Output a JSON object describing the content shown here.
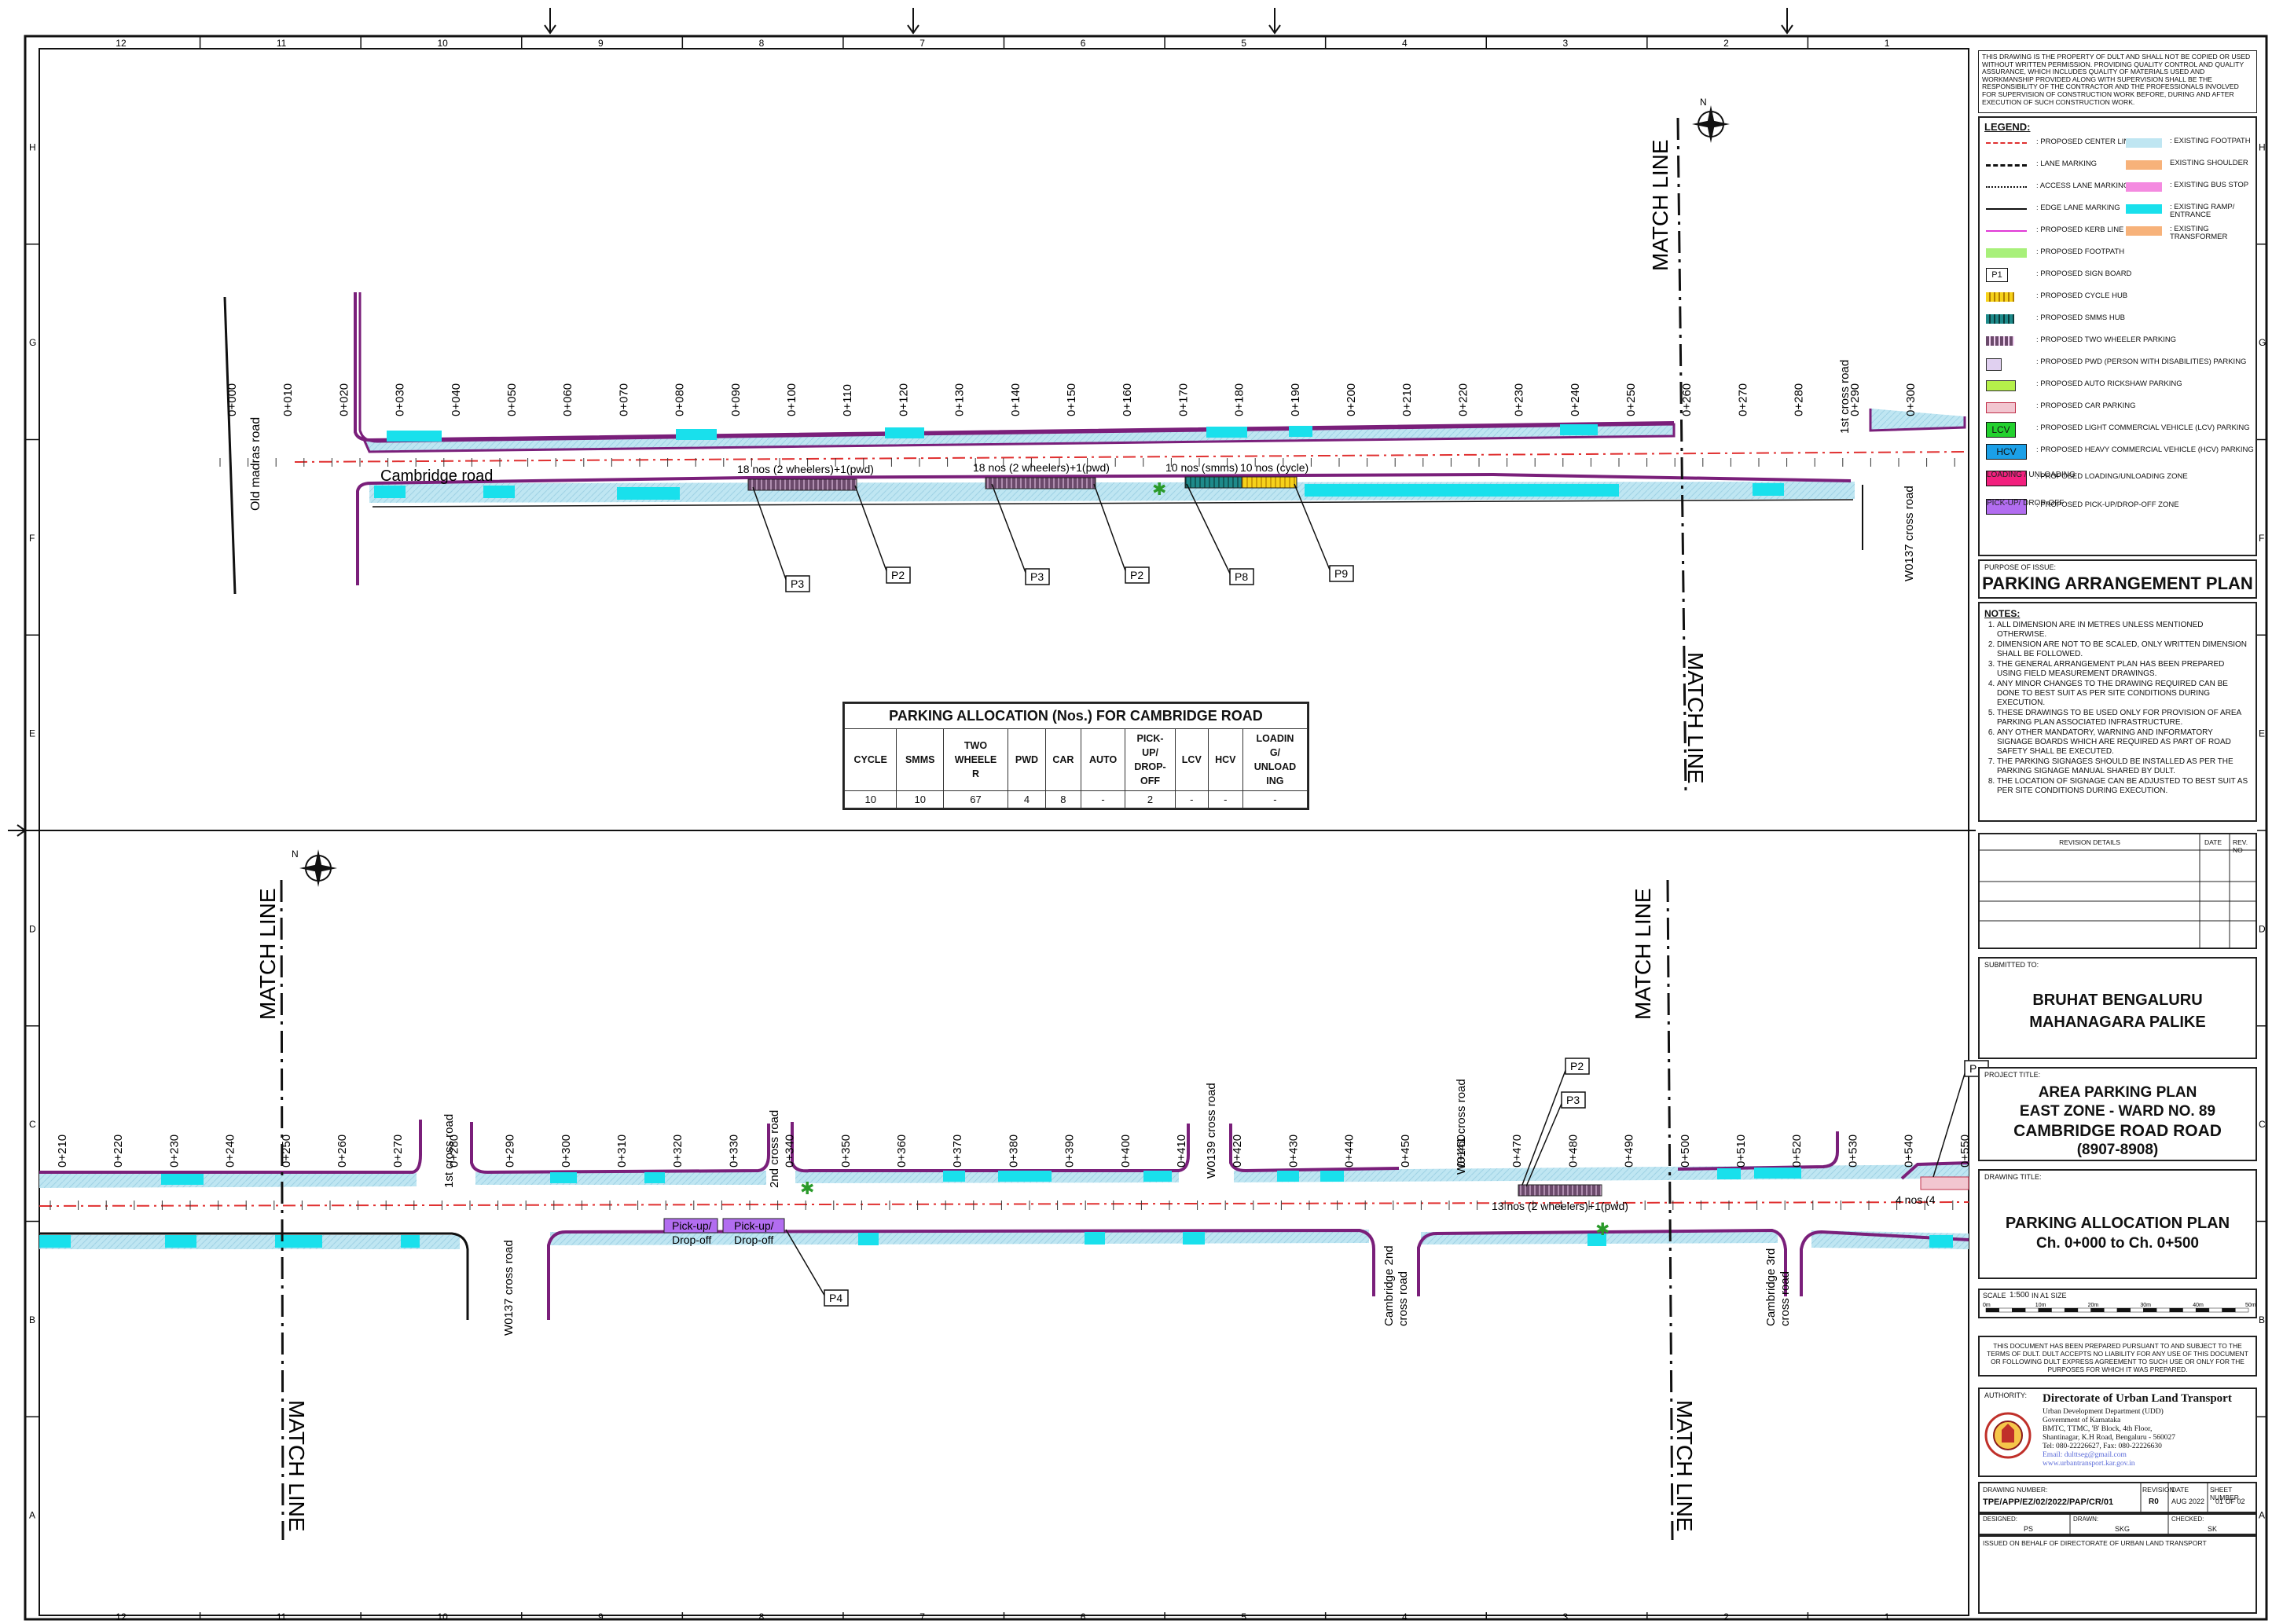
{
  "grid": {
    "columns": [
      "12",
      "11",
      "10",
      "9",
      "8",
      "7",
      "6",
      "5",
      "4",
      "3",
      "2",
      "1"
    ],
    "rows": [
      "H",
      "G",
      "F",
      "E",
      "D",
      "C",
      "B",
      "A"
    ]
  },
  "plan_top": {
    "match_line_labels": [
      "MATCH LINE",
      "MATCH LINE"
    ],
    "road_labels": {
      "old_madras": "Old madras road",
      "cambridge": "Cambridge road",
      "w0137": "W0137 cross road",
      "first_cross": "1st cross road"
    },
    "chainages": [
      "0+000",
      "0+010",
      "0+020",
      "0+030",
      "0+040",
      "0+050",
      "0+060",
      "0+070",
      "0+080",
      "0+090",
      "0+100",
      "0+110",
      "0+120",
      "0+130",
      "0+140",
      "0+150",
      "0+160",
      "0+170",
      "0+180",
      "0+190",
      "0+200",
      "0+210",
      "0+220",
      "0+230",
      "0+240",
      "0+250",
      "0+260",
      "0+270",
      "0+280",
      "0+290",
      "0+300"
    ],
    "parking_notes": [
      "18 nos (2 wheelers)+1(pwd)",
      "18 nos (2 wheelers)+1(pwd)",
      "10 nos (smms)",
      "10 nos (cycle)"
    ],
    "sign_tags": [
      "P3",
      "P2",
      "P3",
      "P2",
      "P8",
      "P9"
    ]
  },
  "plan_bottom": {
    "match_line_labels": [
      "MATCH LINE",
      "MATCH LINE",
      "MATCH LINE",
      "MATCH LINE"
    ],
    "chainages": [
      "0+210",
      "0+220",
      "0+230",
      "0+240",
      "0+250",
      "0+260",
      "0+270",
      "0+280",
      "0+290",
      "0+300",
      "0+310",
      "0+320",
      "0+330",
      "0+340",
      "0+350",
      "0+360",
      "0+370",
      "0+380",
      "0+390",
      "0+400",
      "0+410",
      "0+420",
      "0+430",
      "0+440",
      "0+450",
      "0+460",
      "0+470",
      "0+480",
      "0+490",
      "0+500",
      "0+510",
      "0+520",
      "0+530",
      "0+540",
      "0+550"
    ],
    "road_labels": {
      "first_cross": "1st cross road",
      "second_cross": "2nd cross road",
      "w0137": "W0137 cross road",
      "w0139": "W0139 cross road",
      "w0141": "W0141 cross road",
      "cambridge_2nd": "Cambridge 2nd cross road",
      "cambridge_3rd": "Cambridge 3rd cross road"
    },
    "pickup_labels": [
      "Pick-up/ Drop-off",
      "Pick-up/ Drop-off"
    ],
    "parking_notes": [
      "13 nos (2 wheelers)+1(pwd)",
      "4 nos (4"
    ],
    "sign_tags": [
      "P4",
      "P2",
      "P3",
      "P"
    ]
  },
  "parking_table": {
    "title": "PARKING ALLOCATION (Nos.) FOR CAMBRIDGE ROAD",
    "headers": [
      "CYCLE",
      "SMMS",
      "TWO WHEELER",
      "PWD",
      "CAR",
      "AUTO",
      "PICK-UP/ DROP-OFF",
      "LCV",
      "HCV",
      "LOADING/ UNLOADING"
    ],
    "header_display": [
      "CYCLE",
      "SMMS",
      "TWO\nWHEELE\nR",
      "PWD",
      "CAR",
      "AUTO",
      "PICK-\nUP/\nDROP-\nOFF",
      "LCV",
      "HCV",
      "LOADIN\nG/\nUNLOAD\nING"
    ],
    "values": [
      "10",
      "10",
      "67",
      "4",
      "8",
      "-",
      "2",
      "-",
      "-",
      "-"
    ]
  },
  "title_block": {
    "disclaimer": "THIS DRAWING IS THE PROPERTY OF DULT AND SHALL NOT BE COPIED OR USED WITHOUT WRITTEN PERMISSION. PROVIDING QUALITY CONTROL AND QUALITY ASSURANCE, WHICH INCLUDES QUALITY OF MATERIALS USED AND WORKMANSHIP PROVIDED ALONG WITH SUPERVISION SHALL BE THE RESPONSIBILITY OF THE CONTRACTOR AND THE PROFESSIONALS INVOLVED FOR SUPERVISION OF CONSTRUCTION WORK BEFORE, DURING AND AFTER EXECUTION OF SUCH CONSTRUCTION WORK.",
    "legend_title": "LEGEND:",
    "legend_left": [
      {
        "label": ": PROPOSED CENTER LINE",
        "style": "red-dash"
      },
      {
        "label": ": LANE MARKING",
        "style": "black-dash"
      },
      {
        "label": ": ACCESS LANE MARKING",
        "style": "fine-dash"
      },
      {
        "label": ": EDGE LANE MARKING",
        "style": "black-line"
      },
      {
        "label": ": PROPOSED KERB LINE",
        "style": "magenta-line"
      },
      {
        "label": ": PROPOSED FOOTPATH",
        "style": "green-fill"
      },
      {
        "label": ": PROPOSED SIGN BOARD",
        "style": "sign",
        "sw": "P1"
      },
      {
        "label": ": PROPOSED CYCLE HUB",
        "style": "cycle-hub"
      },
      {
        "label": ": PROPOSED SMMS HUB",
        "style": "smms-hub"
      },
      {
        "label": ": PROPOSED TWO WHEELER PARKING",
        "style": "tw-park"
      },
      {
        "label": ": PROPOSED PWD (PERSON WITH DISABILITIES) PARKING",
        "style": "pwd"
      },
      {
        "label": ": PROPOSED AUTO RICKSHAW PARKING",
        "style": "auto"
      },
      {
        "label": ": PROPOSED CAR PARKING",
        "style": "car"
      },
      {
        "label": ": PROPOSED LIGHT COMMERCIAL VEHICLE (LCV) PARKING",
        "style": "lcv",
        "sw": "LCV"
      },
      {
        "label": ": PROPOSED HEAVY COMMERCIAL VEHICLE (HCV) PARKING",
        "style": "hcv",
        "sw": "HCV"
      },
      {
        "label": ": PROPOSED LOADING/UNLOADING ZONE",
        "style": "loading",
        "sw": "Loading / Unloading"
      },
      {
        "label": ": PROPOSED PICK-UP/DROP-OFF ZONE",
        "style": "pickup",
        "sw": "Pick-up/ Drop-off"
      }
    ],
    "legend_right": [
      {
        "label": ": EXISTING FOOTPATH",
        "color": "#bfe6f2"
      },
      {
        "label": "EXISTING SHOULDER",
        "color": "#f7b27a"
      },
      {
        "label": ": EXISTING BUS STOP",
        "color": "#f48ae0"
      },
      {
        "label": ": EXISTING RAMP/ ENTRANCE",
        "color": "#19e0ec"
      },
      {
        "label": ": EXISTING TRANSFORMER",
        "color": "#f7b27a"
      }
    ],
    "purpose_label": "PURPOSE OF ISSUE:",
    "purpose": "PARKING ARRANGEMENT PLAN",
    "notes_title": "NOTES:",
    "notes": [
      "ALL DIMENSION ARE IN METRES UNLESS MENTIONED OTHERWISE.",
      "DIMENSION ARE NOT TO BE SCALED, ONLY WRITTEN DIMENSION SHALL BE FOLLOWED.",
      "THE GENERAL ARRANGEMENT PLAN HAS BEEN PREPARED USING FIELD MEASUREMENT DRAWINGS.",
      "ANY MINOR CHANGES TO THE DRAWING REQUIRED CAN BE DONE TO BEST SUIT AS PER SITE CONDITIONS DURING EXECUTION.",
      "THESE DRAWINGS TO BE USED ONLY FOR PROVISION OF AREA PARKING PLAN ASSOCIATED INFRASTRUCTURE.",
      "ANY OTHER MANDATORY, WARNING AND INFORMATORY SIGNAGE BOARDS WHICH ARE REQUIRED AS PART OF ROAD SAFETY SHALL BE EXECUTED.",
      "THE PARKING SIGNAGES SHOULD BE INSTALLED AS PER THE PARKING SIGNAGE MANUAL SHARED BY DULT.",
      "THE LOCATION OF SIGNAGE CAN BE ADJUSTED TO BEST SUIT AS PER SITE CONDITIONS DURING EXECUTION."
    ],
    "revision_header": [
      "REVISION DETAILS",
      "DATE",
      "REV. NO"
    ],
    "submitted_label": "SUBMITTED TO:",
    "submitted_to": [
      "BRUHAT BENGALURU",
      "MAHANAGARA PALIKE"
    ],
    "project_label": "PROJECT TITLE:",
    "project_title": [
      "AREA PARKING PLAN",
      "EAST ZONE - WARD NO. 89",
      "CAMBRIDGE ROAD ROAD",
      "(8907-8908)"
    ],
    "drawing_label": "DRAWING TITLE:",
    "drawing_title": [
      "PARKING ALLOCATION PLAN",
      "Ch. 0+000 to Ch. 0+500"
    ],
    "scale_label": "SCALE",
    "scale_value": "1:500",
    "scale_unit": "IN A1 SIZE",
    "scale_ticks": [
      "0m",
      "10m",
      "20m",
      "30m",
      "40m",
      "50m"
    ],
    "legal": "THIS DOCUMENT HAS BEEN PREPARED PURSUANT TO AND SUBJECT TO THE TERMS OF DULT. DULT ACCEPTS NO LIABILITY FOR ANY USE OF THIS DOCUMENT OR FOLLOWING DULT EXPRESS AGREEMENT TO SUCH USE OR ONLY FOR THE PURPOSES FOR WHICH IT WAS PREPARED.",
    "authority_label": "AUTHORITY:",
    "authority_name": "Directorate of Urban Land Transport",
    "authority_lines": [
      "Urban Development Department (UDD)",
      "Government of Karnataka",
      "BMTC, TTMC, 'B' Block, 4th Floor,",
      "Shantinagar, K.H Road, Bengaluru - 560027",
      "Tel: 080-22226627, Fax: 080-22226630",
      "Email: dulttseg@gmail.com",
      "www.urbantransport.kar.gov.in"
    ],
    "drawing_number_label": "DRAWING NUMBER:",
    "drawing_number": "TPE/APP/EZ/02/2022/PAP/CR/01",
    "revision_label": "REVISION",
    "revision": "R0",
    "date_label": "DATE",
    "date": "AUG 2022",
    "sheet_label": "SHEET NUMBER",
    "sheet": "01 OF 02",
    "designed_label": "DESIGNED:",
    "designed": "PS",
    "drawn_label": "DRAWN:",
    "drawn": "SKG",
    "checked_label": "CHECKED:",
    "checked": "SK",
    "issued": "ISSUED ON BEHALF OF DIRECTORATE OF URBAN LAND TRANSPORT"
  },
  "colors": {
    "footpath": "#bfe6f2",
    "ramp": "#19e0ec",
    "kerb": "#8a1f8a",
    "center": "#e03030",
    "green": "#2a9a2a",
    "pickup": "#b26df0",
    "hcv": "#1ba0e8",
    "lcv": "#23d12e",
    "loading": "#f2207e"
  }
}
